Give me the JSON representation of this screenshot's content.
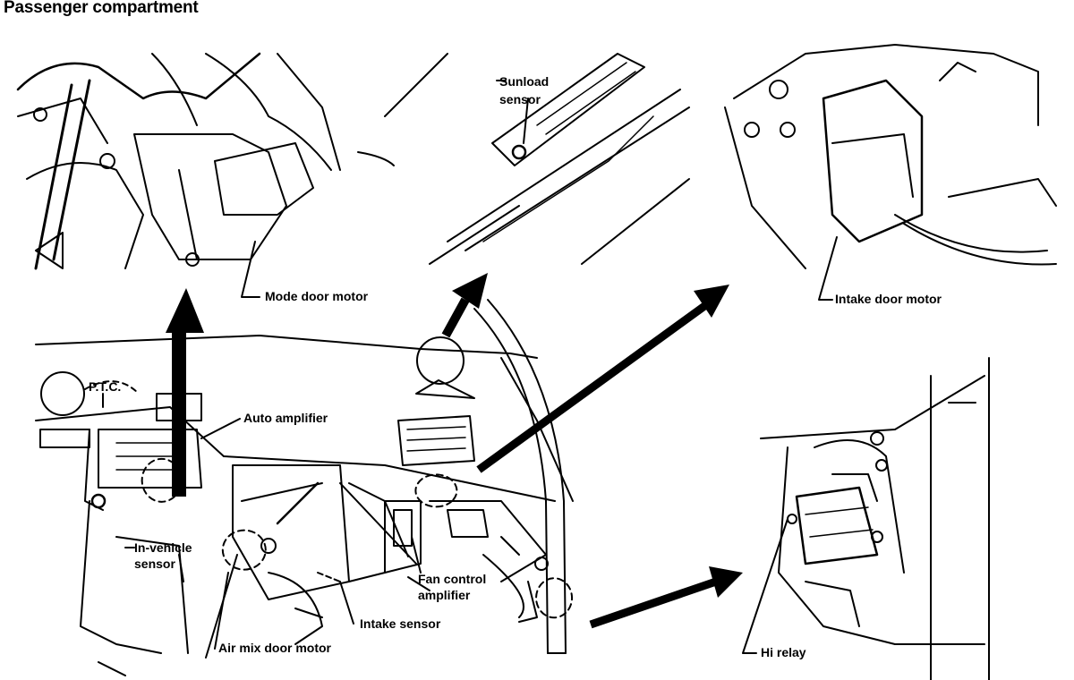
{
  "title": "Passenger compartment",
  "labels": {
    "mode_door_motor": "Mode door motor",
    "sunload_sensor_line1": "Sunload",
    "sunload_sensor_line2": "sensor",
    "intake_door_motor": "Intake door motor",
    "ptc": "P.T.C.",
    "auto_amplifier": "Auto amplifier",
    "in_vehicle_sensor_line1": "In-vehicle",
    "in_vehicle_sensor_line2": "sensor",
    "fan_control_amplifier_line1": "Fan control",
    "fan_control_amplifier_line2": "amplifier",
    "intake_sensor": "Intake sensor",
    "air_mix_door_motor": "Air mix door motor",
    "hi_relay": "Hi relay"
  },
  "colors": {
    "ink": "#000000",
    "paper": "#ffffff"
  }
}
